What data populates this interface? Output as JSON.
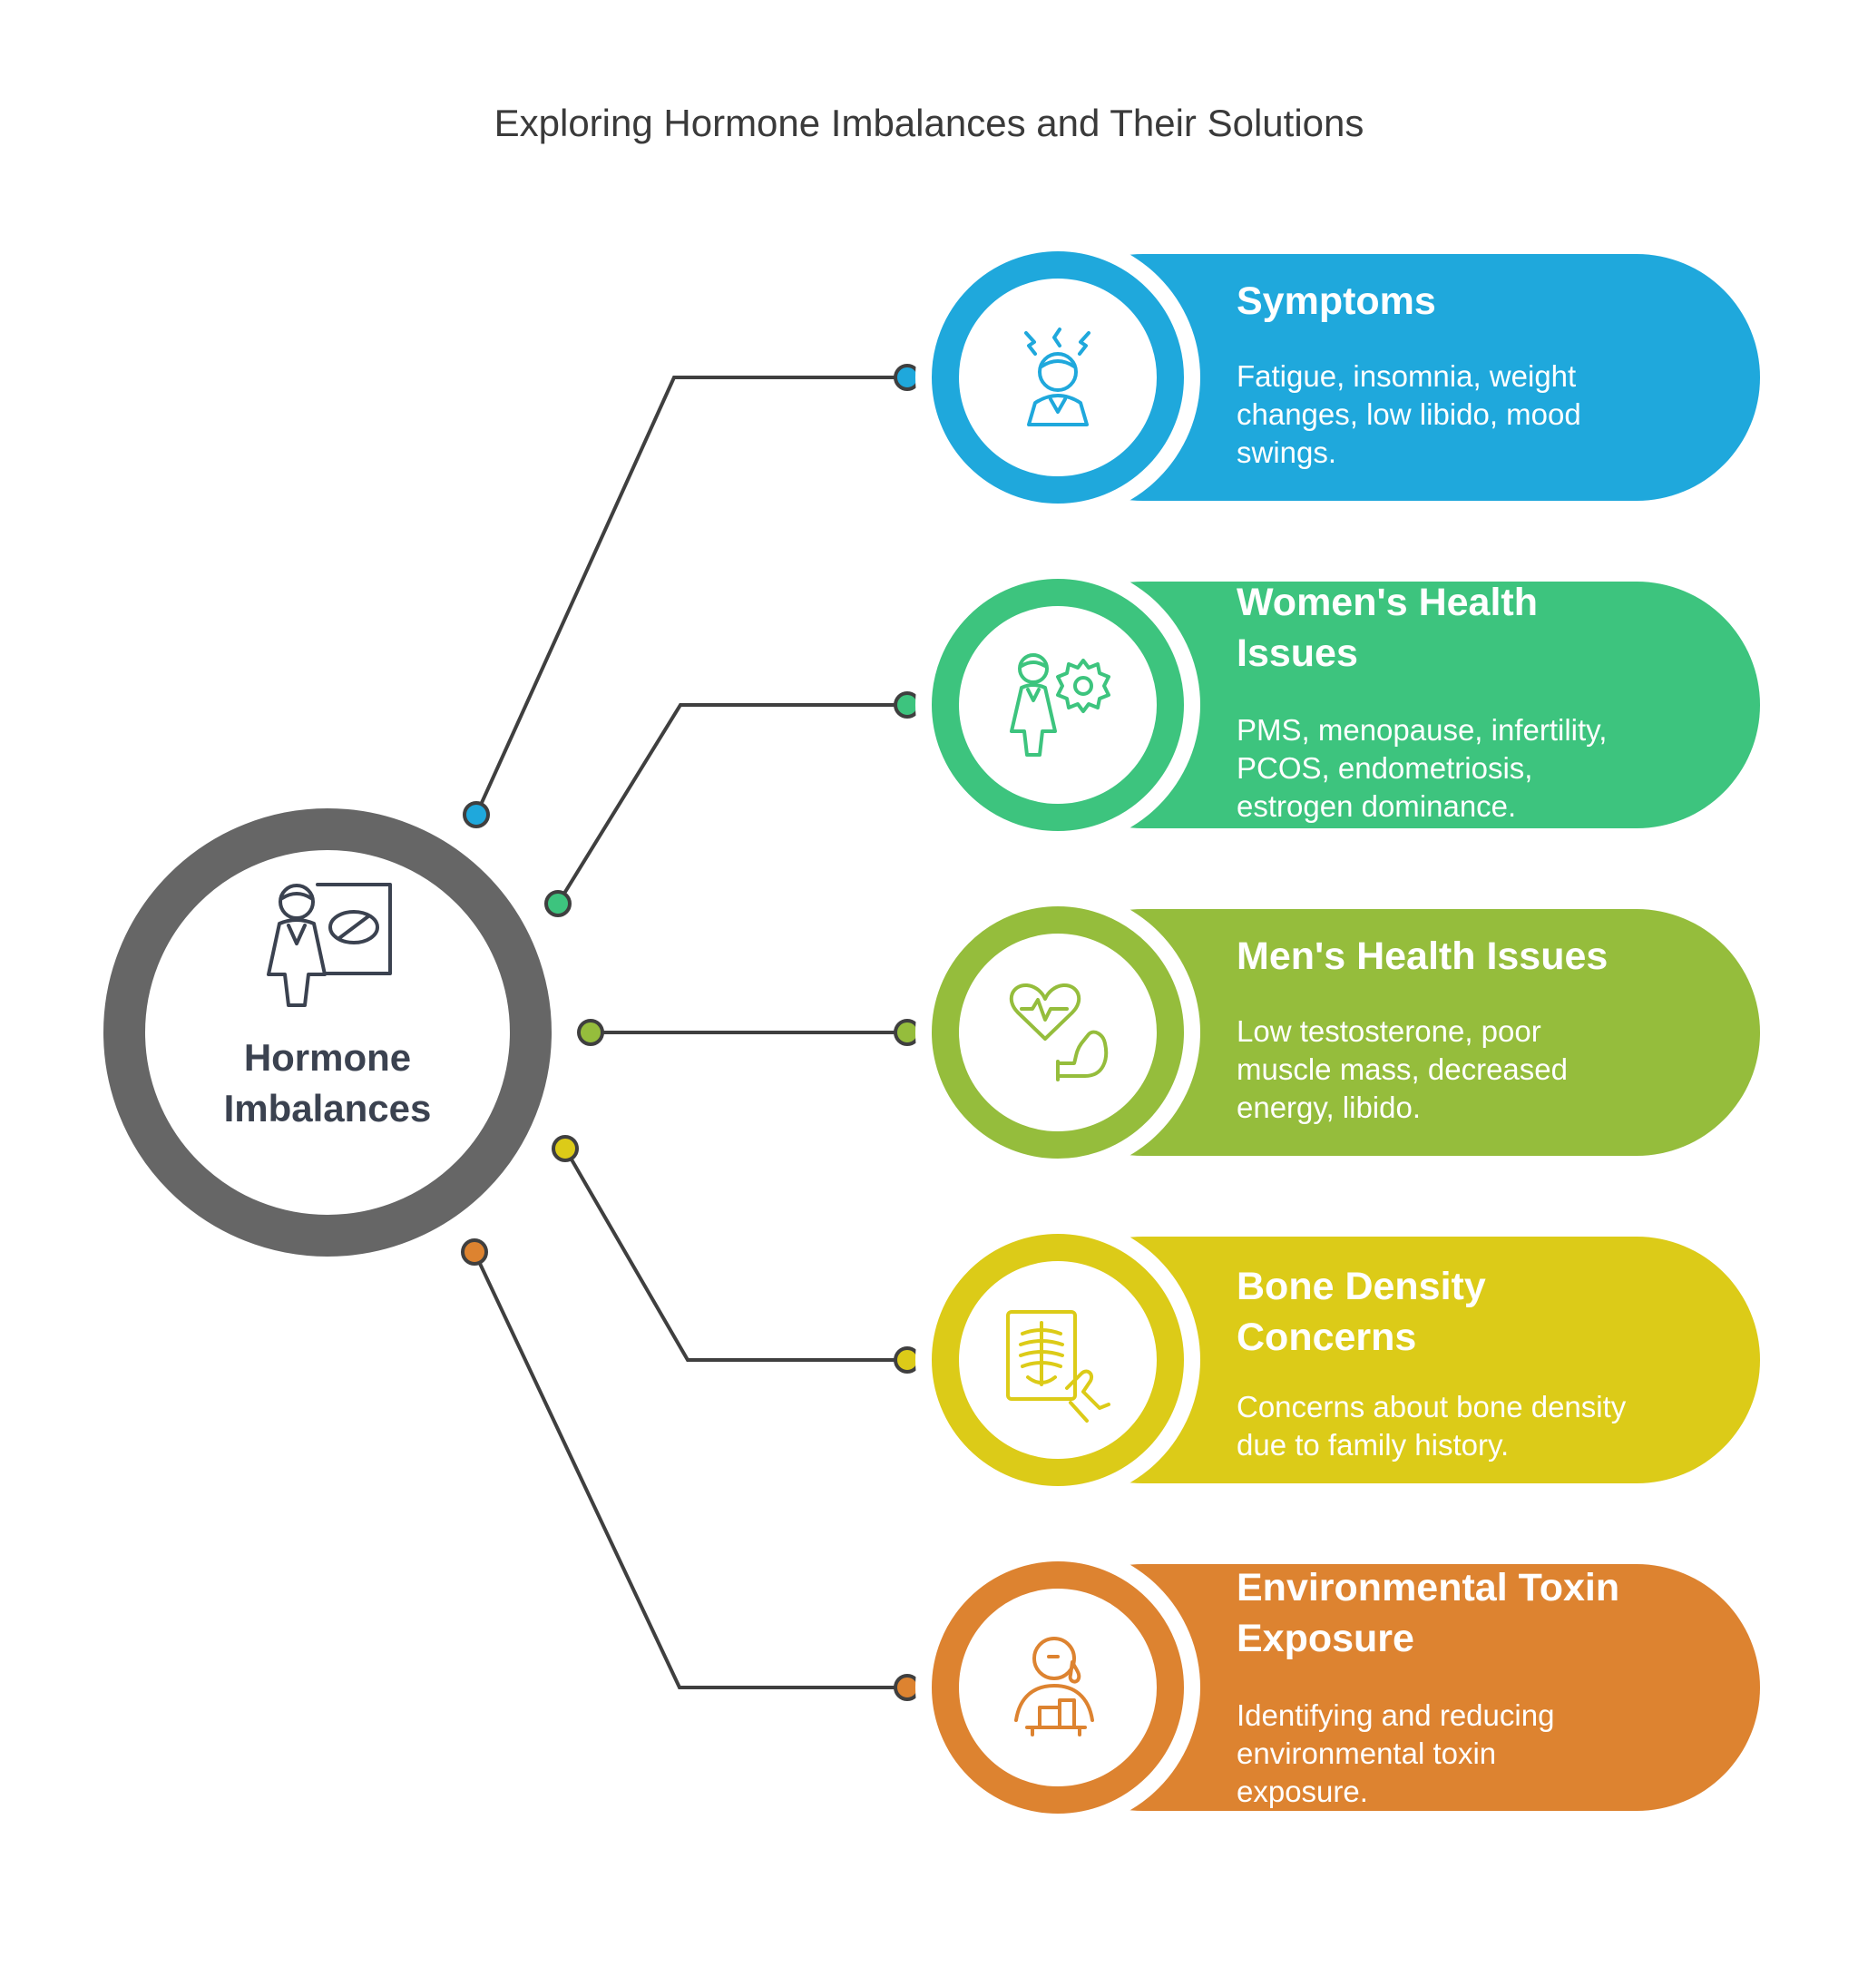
{
  "title": "Exploring Hormone Imbalances and Their Solutions",
  "center": {
    "label_line1": "Hormone",
    "label_line2": "Imbalances",
    "color": "#666666",
    "icon": "doctor-presentation-icon"
  },
  "items": [
    {
      "title_line1": "Symptoms",
      "title_line2": "",
      "desc_line1": "Fatigue, insomnia, weight",
      "desc_line2": "changes, low libido, mood",
      "desc_line3": "swings.",
      "color": "#1fa8dc",
      "icon": "stressed-person-icon"
    },
    {
      "title_line1": "Women's Health",
      "title_line2": "Issues",
      "desc_line1": "PMS, menopause, infertility,",
      "desc_line2": "PCOS, endometriosis,",
      "desc_line3": "estrogen dominance.",
      "color": "#3dc47e",
      "icon": "woman-gear-icon"
    },
    {
      "title_line1": "Men's Health Issues",
      "title_line2": "",
      "desc_line1": "Low testosterone, poor",
      "desc_line2": "muscle mass, decreased",
      "desc_line3": "energy, libido.",
      "color": "#95bd3c",
      "icon": "heart-muscle-icon"
    },
    {
      "title_line1": "Bone Density",
      "title_line2": "Concerns",
      "desc_line1": "Concerns about bone density",
      "desc_line2": "due to family history.",
      "desc_line3": "",
      "color": "#dccb18",
      "icon": "xray-hand-icon"
    },
    {
      "title_line1": "Environmental Toxin",
      "title_line2": "Exposure",
      "desc_line1": "Identifying and reducing",
      "desc_line2": "environmental toxin",
      "desc_line3": "exposure.",
      "color": "#dd8330",
      "icon": "sick-person-icon"
    }
  ]
}
